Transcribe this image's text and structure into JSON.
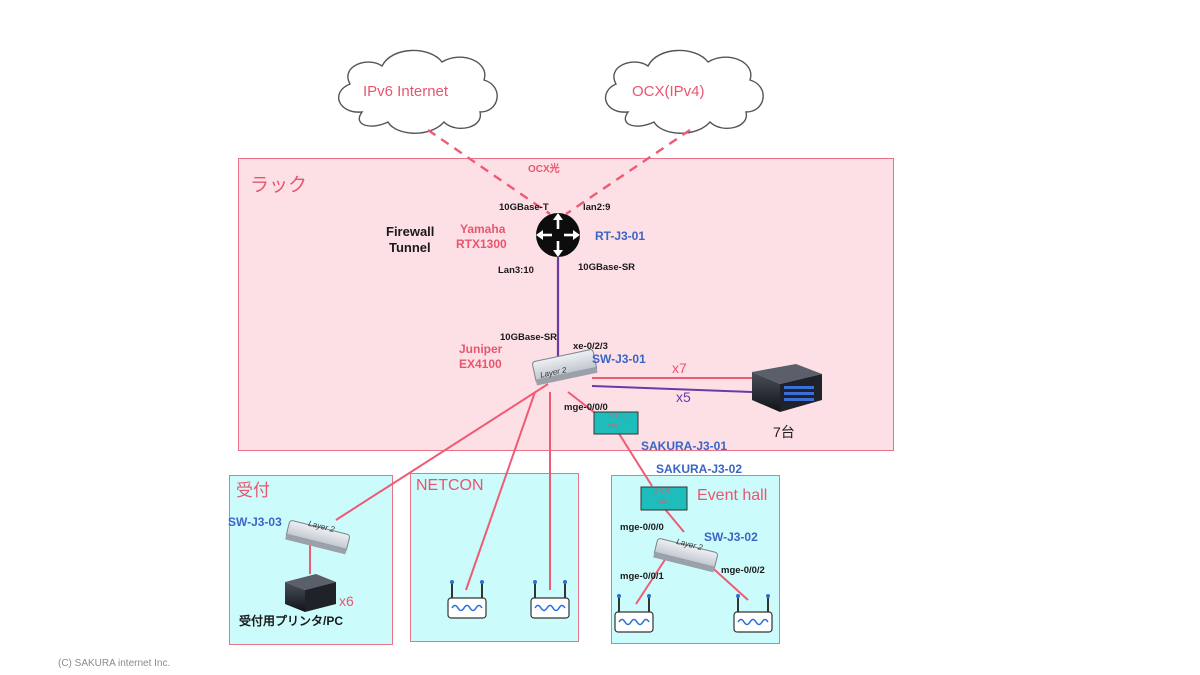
{
  "clouds": {
    "ipv6": "IPv6 Internet",
    "ocx": "OCX(IPv4)"
  },
  "link_labels": {
    "ocx_hikari": "OCX光",
    "t10gbase_t": "10GBase-T",
    "lan2_9": "lan2:9",
    "lan3_10": "Lan3:10",
    "rt_10gbase_sr": "10GBase-SR",
    "sw_10gbase_sr": "10GBase-SR",
    "xe_0_2_3": "xe-0/2/3",
    "mge_0_0_0_top": "mge-0/0/0",
    "x7": "x7",
    "x5": "x5"
  },
  "zones": {
    "rack": "ラック",
    "uketsuke": "受付",
    "netcon": "NETCON",
    "event_hall": "Event hall"
  },
  "router": {
    "role_line1": "Firewall",
    "role_line2": "Tunnel",
    "vendor": "Yamaha",
    "model": "RTX1300",
    "name": "RT-J3-01"
  },
  "core_switch": {
    "vendor": "Juniper",
    "model": "EX4100",
    "name": "SW-J3-01",
    "badge": "Layer 2"
  },
  "servers": {
    "count_label": "7台"
  },
  "sakura": {
    "j3_01": "SAKURA-J3-01",
    "j3_02": "SAKURA-J3-02",
    "box_text_line1": "さくら",
    "box_text_line2": "SW"
  },
  "uketsuke": {
    "switch_name": "SW-J3-03",
    "badge": "Layer 2",
    "printer_label": "受付用プリンタ/PC",
    "multiplier": "x6"
  },
  "event": {
    "switch_name": "SW-J3-02",
    "badge": "Layer 2",
    "port_uplink": "mge-0/0/0",
    "port_1": "mge-0/0/1",
    "port_2": "mge-0/0/2"
  },
  "footer": {
    "copyright": "(C) SAKURA internet Inc."
  },
  "colors": {
    "pink_line": "#ef5b74",
    "purple_line": "#6a3aa6",
    "blue_text": "#3a65c6",
    "rack_fill": "#fde0e6",
    "zone_fill": "#ccfbfb",
    "sakura_box": "#1fbcbc"
  }
}
